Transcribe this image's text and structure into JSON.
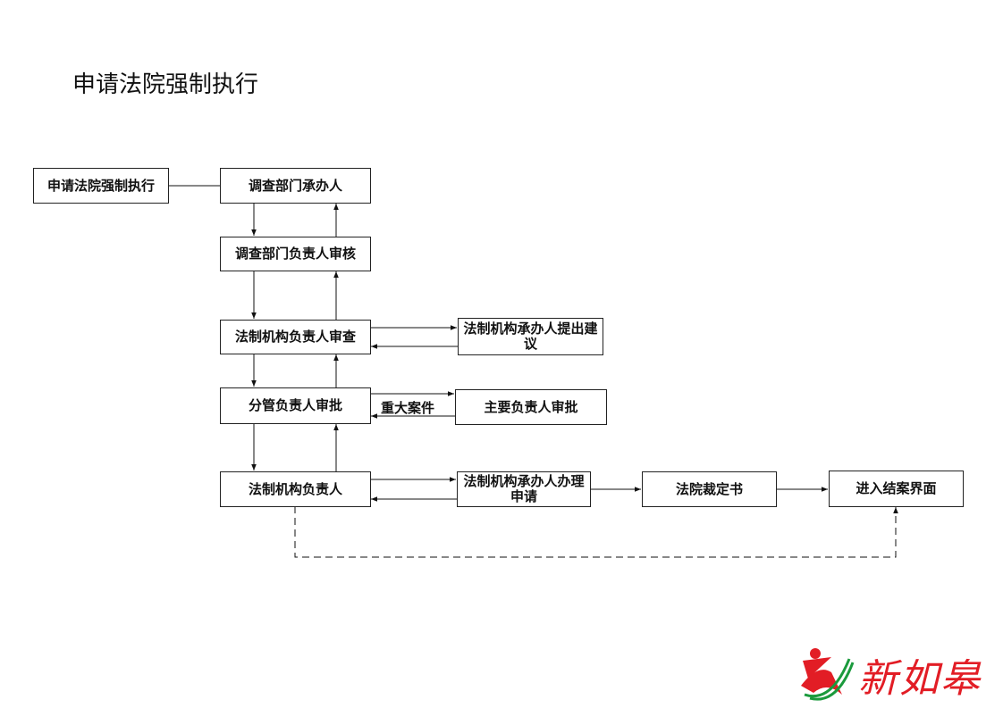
{
  "title": "申请法院强制执行",
  "nodes": {
    "apply": "申请法院强制执行",
    "investigator": "调查部门承办人",
    "investigation_head": "调查部门负责人审核",
    "legal_head_review": "法制机构负责人审查",
    "legal_staff_suggest": "法制机构承办人提出建议",
    "deputy_approve": "分管负责人审批",
    "chief_approve": "主要负责人审批",
    "legal_head": "法制机构负责人",
    "legal_staff_apply": "法制机构承办人办理申请",
    "court_ruling": "法院裁定书",
    "close_case": "进入结案界面"
  },
  "edge_labels": {
    "major_case": "重大案件"
  },
  "logo": {
    "text": "新如皋",
    "colors": {
      "red": "#e21d25",
      "green": "#1a9a3c"
    }
  }
}
